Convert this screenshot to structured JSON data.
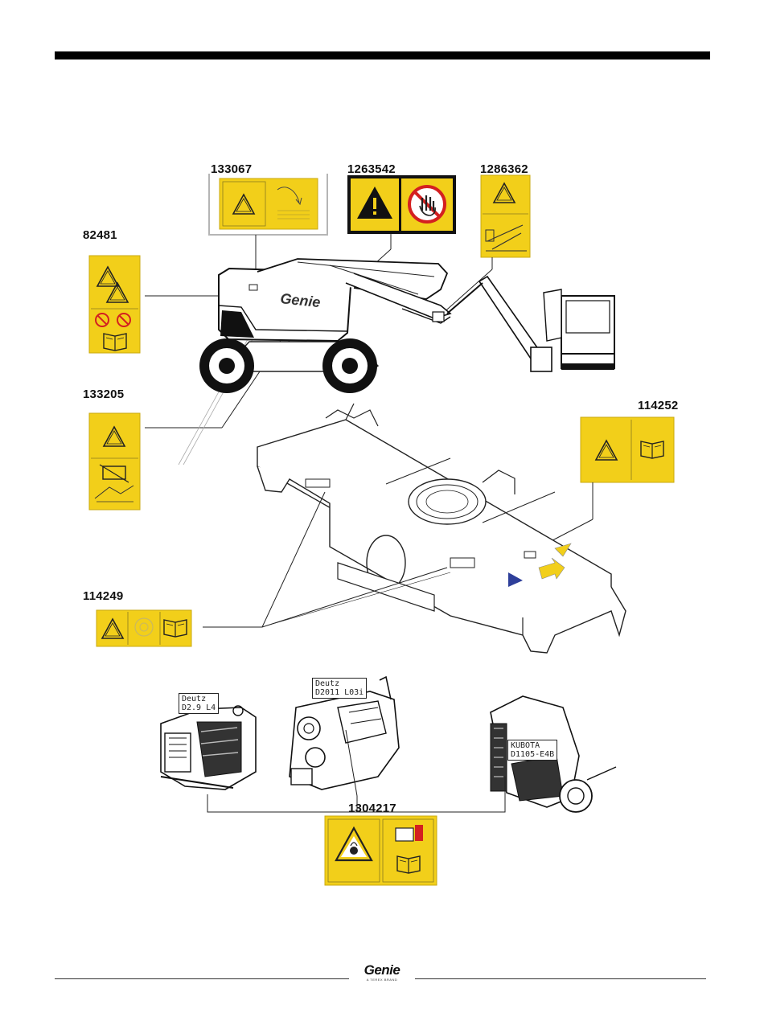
{
  "decals": {
    "d133067": "133067",
    "d1263542": "1263542",
    "d1286362": "1286362",
    "d82481": "82481",
    "d133205": "133205",
    "d114252": "114252",
    "d114249": "114249",
    "d1304217": "1304217"
  },
  "machine_logo": "Genie",
  "engines": {
    "deutz_d29": {
      "line1": "Deutz",
      "line2": "D2.9 L4"
    },
    "deutz_d2011": {
      "line1": "Deutz",
      "line2": "D2011 L03i"
    },
    "kubota": {
      "line1": "KUBOTA",
      "line2": "D1105-E4B"
    }
  },
  "footer": {
    "logo": "Genie",
    "logo_sub": "A TEREX BRAND"
  },
  "colors": {
    "decal_yellow": "#f2cf1a",
    "rule": "#000000",
    "arrow_blue": "#2e3f9a"
  },
  "icons": [
    "warning-triangle-icon",
    "stop-hand-icon",
    "manual-book-icon",
    "battery-icon",
    "fire-prohibited-icon",
    "hot-surface-icon"
  ]
}
